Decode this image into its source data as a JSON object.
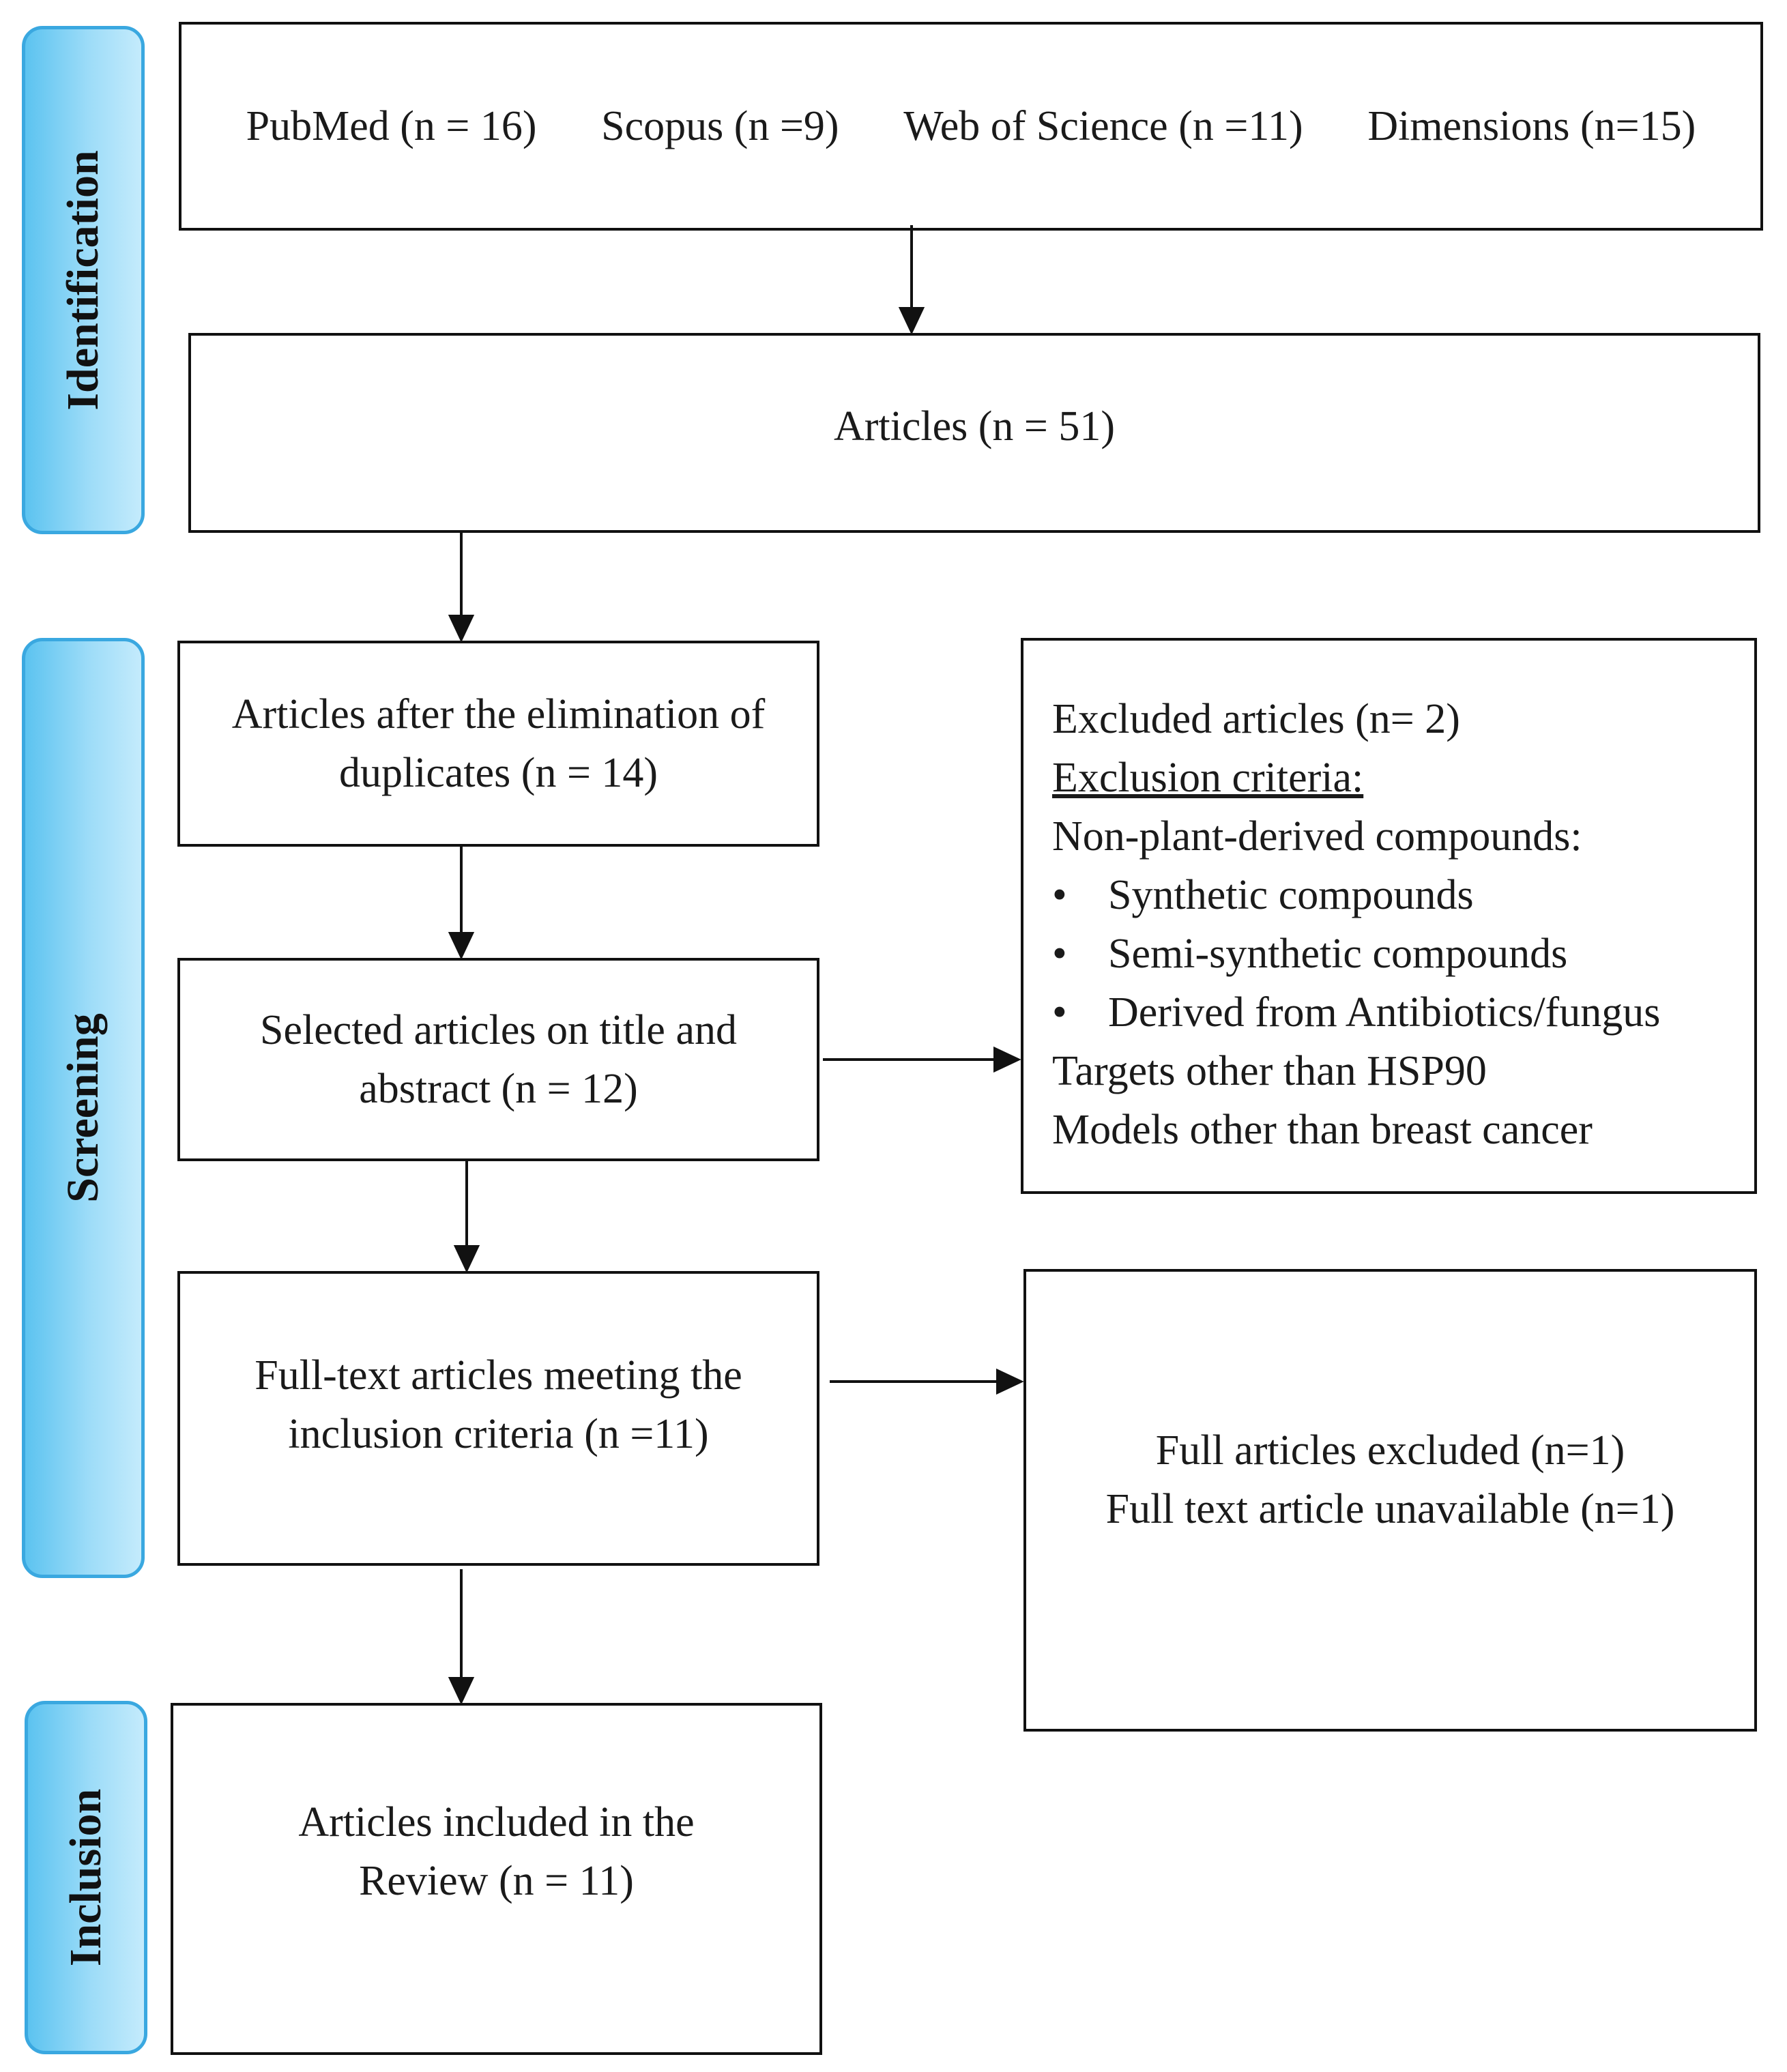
{
  "phases": {
    "identification": "Identification",
    "screening": "Screening",
    "inclusion": "Inclusion"
  },
  "sources": [
    "PubMed (n = 16)",
    "Scopus (n =9)",
    "Web of Science (n =11)",
    "Dimensions  (n=15)"
  ],
  "articles": "Articles (n = 51)",
  "after_duplicates": {
    "line1": "Articles after the elimination  of",
    "line2": "duplicates (n = 14)"
  },
  "title_abstract": {
    "line1": "Selected articles on title and",
    "line2": "abstract (n = 12)"
  },
  "full_text": {
    "line1": "Full-text articles meeting the",
    "line2": "inclusion criteria (n =11)"
  },
  "included": {
    "line1": "Articles included in the",
    "line2": "Review (n = 11)"
  },
  "excluded": {
    "title": "Excluded articles (n= 2)",
    "criteria_heading": "Exclusion criteria:",
    "non_plant": "Non-plant-derived compounds:",
    "bullets": [
      "Synthetic compounds",
      "Semi-synthetic compounds",
      "Derived from Antibiotics/fungus"
    ],
    "targets": "Targets other than HSP90",
    "models": "Models other than breast cancer"
  },
  "full_excluded": {
    "line1": "Full articles excluded (n=1)",
    "line2": "Full text article unavailable (n=1)"
  },
  "colors": {
    "phase_fill": "#7fd0f5",
    "phase_border": "#3aa8e0",
    "box_border": "#111111"
  }
}
